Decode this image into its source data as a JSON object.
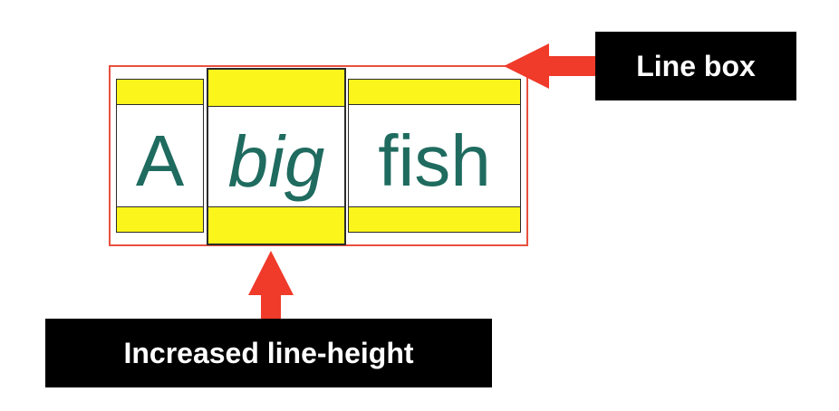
{
  "diagram": {
    "words": [
      {
        "text": "A",
        "style": "normal"
      },
      {
        "text": "big",
        "style": "italic"
      },
      {
        "text": "fish",
        "style": "normal"
      }
    ],
    "labels": {
      "line_box": "Line box",
      "increased_line_height": "Increased line-height"
    },
    "colors": {
      "line_box_border": "#e8503f",
      "leading_band": "#fbf51c",
      "text": "#1f6b5f",
      "arrow": "#f03a2a",
      "label_background": "#000000",
      "label_text": "#ffffff"
    }
  }
}
